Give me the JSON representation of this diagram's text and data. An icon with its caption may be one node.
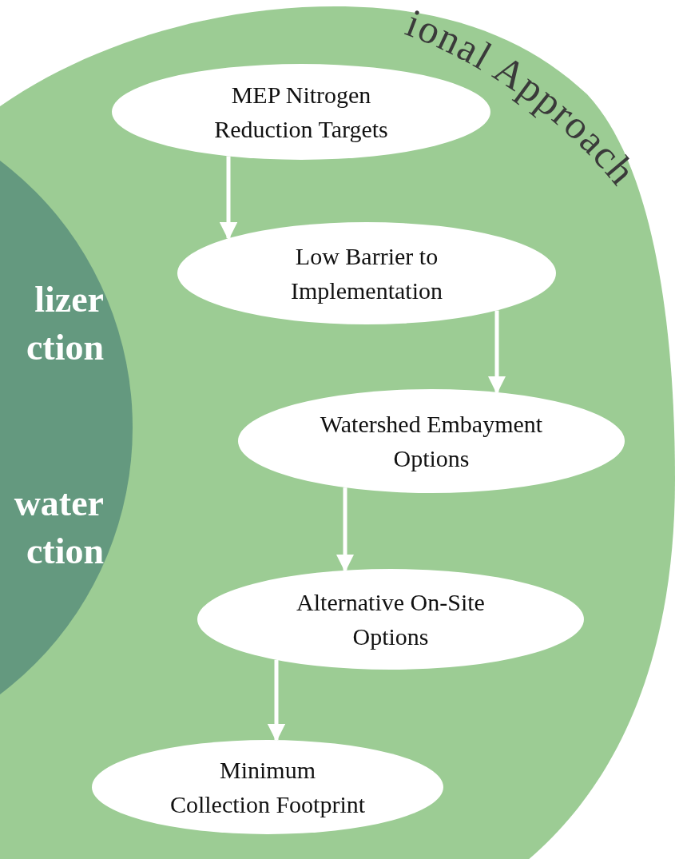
{
  "diagram": {
    "nodes": [
      {
        "text": [
          "ional Approach"
        ]
      },
      {
        "text": [
          "lizer ction",
          "water ction"
        ]
      },
      {
        "text": [
          "MEP Nitrogen Reduction Targets"
        ],
        "in": 0
      },
      {
        "text": [
          "Low Barrier to Implementation"
        ],
        "in": 0
      },
      {
        "text": [
          "Watershed Embayment Options"
        ],
        "in": 0
      },
      {
        "text": [
          "Alternative On-Site Options"
        ],
        "in": 0
      },
      {
        "text": [
          "Minimum Collection Footprint"
        ],
        "in": 0
      }
    ],
    "edges": [
      {
        "from": 2,
        "to": 3,
        "arrow": "to"
      },
      {
        "from": 3,
        "to": 4,
        "arrow": "to"
      },
      {
        "from": 4,
        "to": 5,
        "arrow": "to"
      },
      {
        "from": 5,
        "to": 6,
        "arrow": "to"
      }
    ]
  }
}
